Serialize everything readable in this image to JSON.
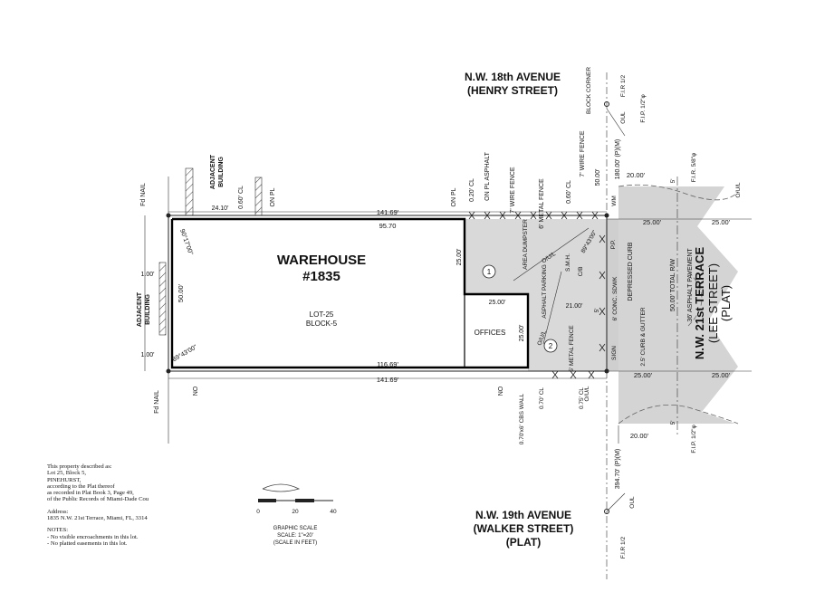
{
  "streets": {
    "ave18_line1": "N.W. 18th AVENUE",
    "ave18_line2": "(HENRY STREET)",
    "ave19_line1": "N.W. 19th AVENUE",
    "ave19_line2": "(WALKER STREET)",
    "ave19_line3": "(PLAT)",
    "terrace_line1": "N.W. 21st TERRACE",
    "terrace_line2": "(LEE STREET)",
    "terrace_line3": "(PLAT)"
  },
  "building": {
    "title_line1": "WAREHOUSE",
    "title_line2": "#1835",
    "lot": "LOT-25",
    "block": "BLOCK-5",
    "offices": "OFFICES"
  },
  "adjacent": {
    "top_line1": "ADJACENT",
    "top_line2": "BUILDING",
    "left_line1": "ADJACENT",
    "left_line2": "BUILDING"
  },
  "dimensions": {
    "top_outer": "141.69'",
    "top_inner": "95.70",
    "bottom_inner": "116.69'",
    "bottom_outer": "141.69'",
    "left_depth": "50.00'",
    "left_off_top": "1.00'",
    "left_off_bottom": "1.00'",
    "bearing_top": "90°17'00\"",
    "bearing_bottom": "89°43'00\"",
    "adj_top_width": "24.10'",
    "adj_top_cl": "0.60' CL",
    "notch_vert": "25.00'",
    "notch_horiz": "25.00'",
    "offices_vert": "25.00'",
    "right_21": "21.00'",
    "right_5": "5'",
    "row_25_top_left": "25.00'",
    "row_25_top_right": "25.00'",
    "row_25_bot_left": "25.00'",
    "row_25_bot_right": "25.00'",
    "row_20_top": "20.00'",
    "row_20_bot": "20.00'",
    "row_5_top": "5'",
    "row_5_bot": "5'",
    "ave18_dist": "180.00' (P)(M)",
    "ave19_dist": "394.70' (P)(M)",
    "dist_50": "50.00'",
    "total_rw": "50.00' TOTAL R/W",
    "asphalt_pavement": "36' ASPHALT PAVEMENT",
    "bearing_right": "89°43'00\""
  },
  "labels": {
    "fd_nail_top": "Fd NAIL",
    "fd_nail_bottom": "Fd NAIL",
    "on_pl_adj": "ON PL",
    "on_pl_right": "ON PL",
    "on_pl_asphalt": "ON PL ASPHALT",
    "cl_020": "0.20' CL",
    "wire_fence_7": "7' WIRE FENCE",
    "metal_fence_6": "6' METAL FENCE",
    "cl_060": "0.60' CL",
    "wire_fence_7b": "7' WIRE FENCE",
    "area_dumpster": "AREA DUMPSTER",
    "asphalt_parking": "ASPHALT PARKING",
    "oul_1": "O/U/L",
    "oul_2": "O/U/L",
    "oul_3": "O/U/L",
    "oul_4": "O/U/L",
    "smh": "S.M.H.",
    "cb": "C/B",
    "pp": "P.P.",
    "wm": "WM",
    "depressed_curb": "DEPRESSED CURB",
    "conc_sdwk": "6' CONC. SDWK",
    "curb_gutter": "2.5' CURB & GUTTER",
    "sign": "SIGN",
    "metal_fence_5": "5' METAL FENCE",
    "no_1": "NO",
    "no_2": "NO",
    "cbs_wall": "0.70'x6' CBS WALL",
    "cl_070": "0.70' CL",
    "cl_075": "0.75' CL",
    "block_corner": "BLOCK CORNER",
    "fir_12_top": "F.I.R 1/2",
    "fip_12_top": "F.I.P. 1/2\"φ",
    "fir_58": "F.I.R. 5/8\"φ",
    "fip_12_bot": "F.I.P. 1/2\"φ",
    "fir_12_bot": "F.I.R 1/2",
    "oul_top": "OUL",
    "oul_bot": "OUL",
    "circle_1": "1",
    "circle_2": "2"
  },
  "scale": {
    "tick_0": "0",
    "tick_20": "20",
    "tick_40": "40",
    "label1": "GRAPHIC SCALE",
    "label2": "SCALE: 1\"=20'",
    "label3": "(SCALE IN FEET)"
  },
  "notes": {
    "l1": "This property described as:",
    "l2": "Lot 25, Block 5,",
    "l3": "PINEHURST,",
    "l4": "according to the Plat thereof",
    "l5": "as recorded in Plat Book 3, Page 49,",
    "l6": "of the Public Records of Miami-Dade Cou",
    "address_heading": "Address:",
    "address": "1835 N.W. 21st Terrace, Miami, FL, 3314",
    "notes_heading": "NOTES:",
    "n1": "- No visible encroachments in this lot.",
    "n2": "- No platted easements in this lot."
  }
}
